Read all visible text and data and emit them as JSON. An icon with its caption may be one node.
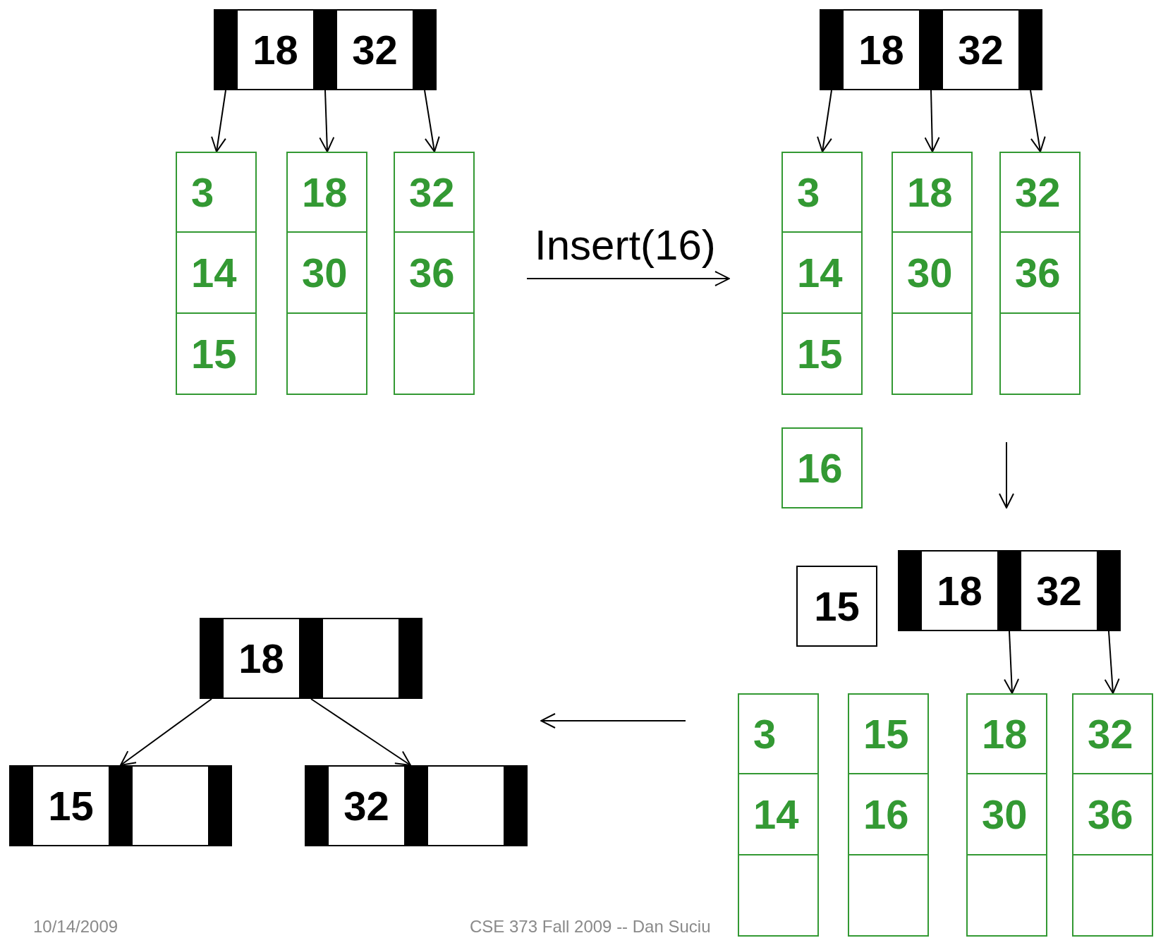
{
  "diagram": {
    "nodes": [
      {
        "text": [
          "18",
          "32"
        ]
      },
      {
        "text": [
          "3",
          "14",
          "15"
        ]
      },
      {
        "text": [
          "18",
          "30"
        ]
      },
      {
        "text": [
          "32",
          "36"
        ]
      },
      {
        "text": [
          "18",
          "32"
        ]
      },
      {
        "text": [
          "3",
          "14",
          "15"
        ]
      },
      {
        "text": [
          "18",
          "30"
        ]
      },
      {
        "text": [
          "32",
          "36"
        ]
      },
      {
        "text": [
          "16"
        ]
      },
      {
        "text": [
          "15"
        ]
      },
      {
        "text": [
          "18",
          "32"
        ]
      },
      {
        "text": [
          "3",
          "14"
        ]
      },
      {
        "text": [
          "15",
          "16"
        ]
      },
      {
        "text": [
          "18",
          "30"
        ]
      },
      {
        "text": [
          "32",
          "36"
        ]
      },
      {
        "text": [
          "18"
        ]
      },
      {
        "text": [
          "15"
        ]
      },
      {
        "text": [
          "32"
        ]
      }
    ],
    "edges": [
      {
        "from": 0,
        "to": 1,
        "arrow": "to"
      },
      {
        "from": 0,
        "to": 2,
        "arrow": "to"
      },
      {
        "from": 0,
        "to": 3,
        "arrow": "to"
      },
      {
        "from": 4,
        "to": 5,
        "arrow": "to"
      },
      {
        "from": 4,
        "to": 6,
        "arrow": "to"
      },
      {
        "from": 4,
        "to": 7,
        "arrow": "to"
      },
      {
        "from": 10,
        "to": 13,
        "arrow": "to"
      },
      {
        "from": 10,
        "to": 14,
        "arrow": "to"
      },
      {
        "from": 15,
        "to": 16,
        "arrow": "to"
      },
      {
        "from": 15,
        "to": 17,
        "arrow": "to"
      }
    ],
    "labels": [
      "Insert(16)",
      "10/14/2009",
      "CSE 373 Fall 2009 -- Dan Suciu"
    ]
  }
}
